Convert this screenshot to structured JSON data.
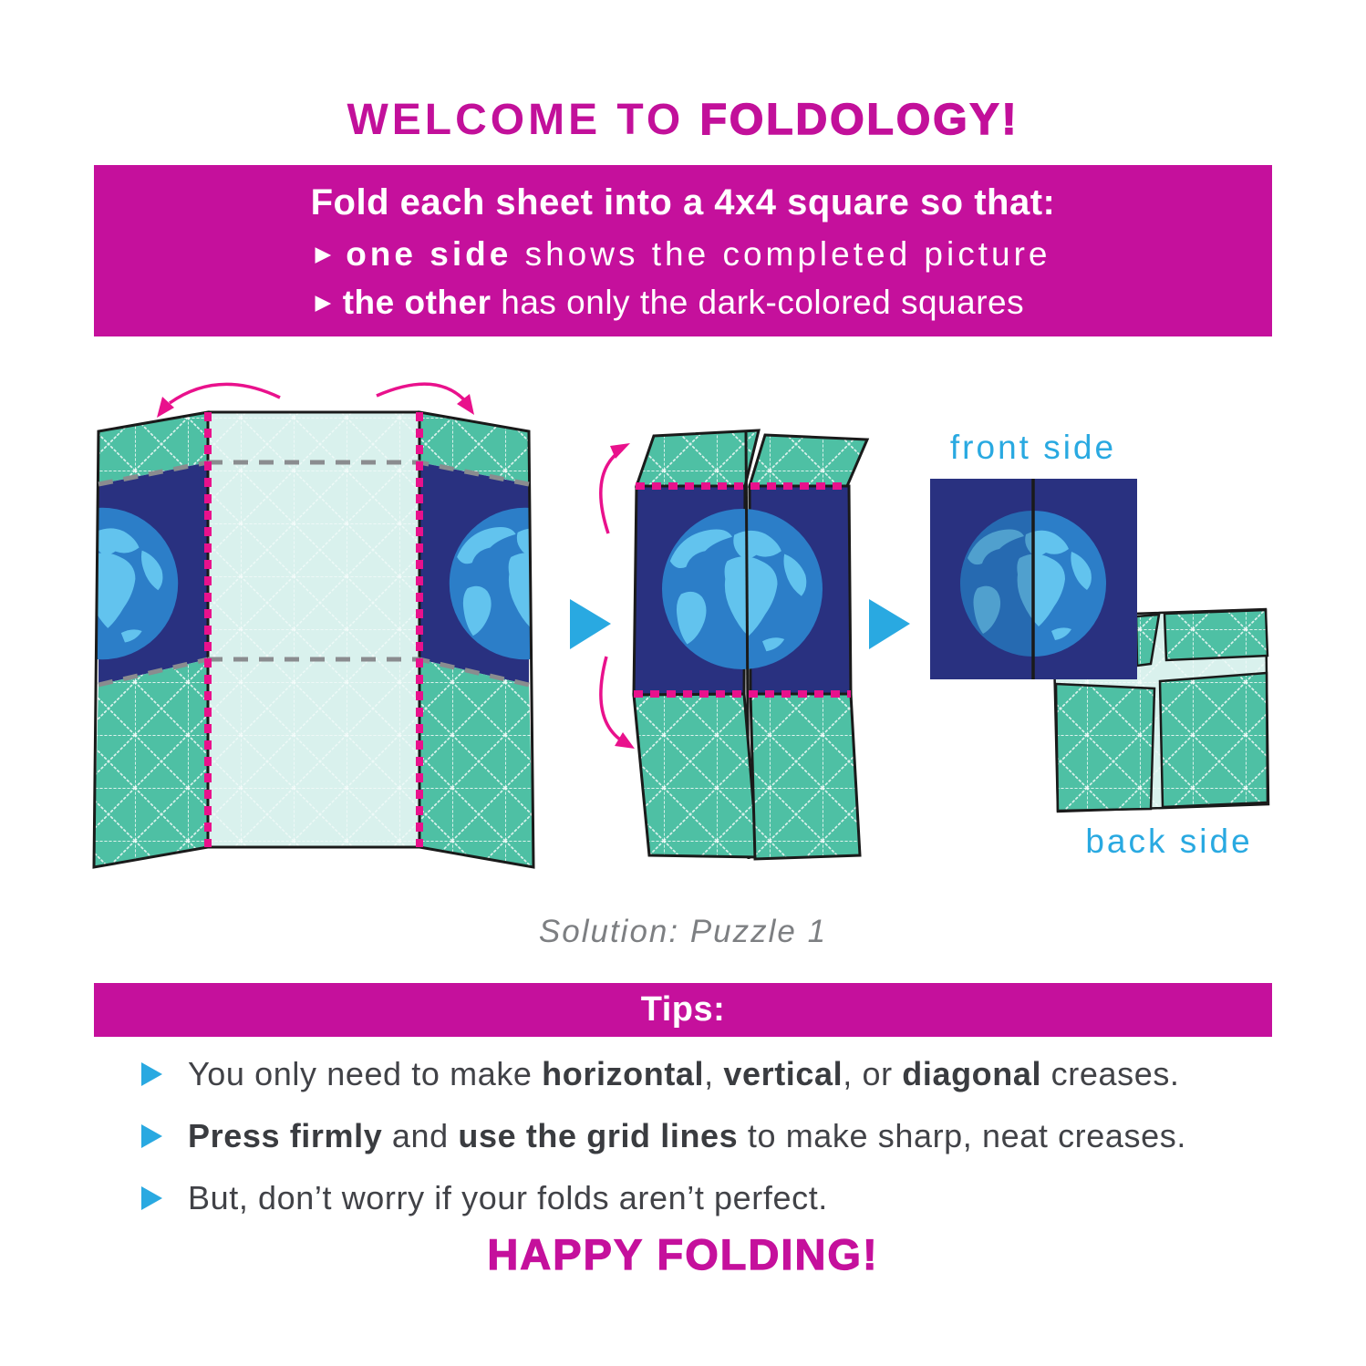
{
  "title": {
    "prefix": "WELCOME TO ",
    "brand": "FOLDOLOGY!"
  },
  "instruction_banner": {
    "heading": "Fold each sheet into a 4x4 square so that:",
    "bullet_icon": "▶",
    "bullets": [
      {
        "bold": "one side",
        "rest": " shows the completed picture"
      },
      {
        "bold": "the other",
        "rest": " has only the dark-colored squares"
      }
    ]
  },
  "diagram": {
    "front_label": "front side",
    "back_label": "back side",
    "caption": "Solution: Puzzle 1"
  },
  "tips": {
    "heading": "Tips:",
    "items": [
      {
        "s0": "You only need to make ",
        "s1": "horizontal",
        "s2": ", ",
        "s3": "vertical",
        "s4": ", or ",
        "s5": "diagonal",
        "s6": " creases."
      },
      {
        "s0": "Press firmly",
        "s1": " and ",
        "s2": "use the grid lines",
        "s3": " to make sharp, neat creases."
      },
      {
        "s0": "But, don’t worry if your folds aren’t perfect."
      }
    ]
  },
  "footer": {
    "message": "HAPPY FOLDING!"
  },
  "colors": {
    "magenta": "#C5109C",
    "pink_dash": "#E9118C",
    "navy": "#293180",
    "green": "#4EC0A4",
    "mint": "#D9F1ED",
    "ocean": "#2C7EC8",
    "land": "#62C3EE",
    "cyan": "#29A9E1",
    "text_dark": "#414247",
    "caption_gray": "#7D7F82"
  }
}
